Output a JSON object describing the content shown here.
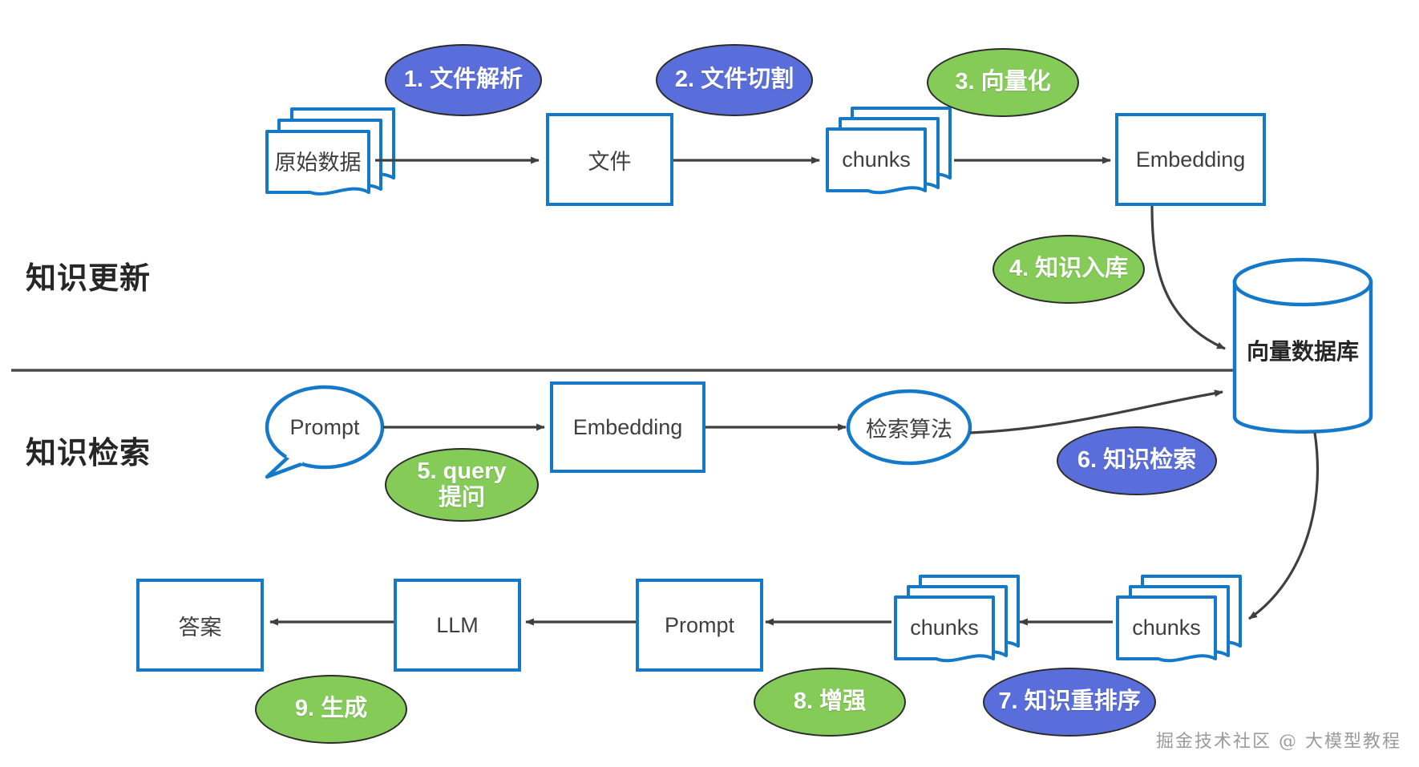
{
  "diagram": {
    "title_hidden": "",
    "sections": [
      {
        "id": "knowledge-update",
        "label": "知识更新"
      },
      {
        "id": "knowledge-retrieval",
        "label": "知识检索"
      }
    ],
    "nodes": [
      {
        "id": "raw-data",
        "label": "原始数据",
        "shape": "document-stack"
      },
      {
        "id": "file",
        "label": "文件",
        "shape": "rect"
      },
      {
        "id": "chunks-1",
        "label": "chunks",
        "shape": "document-stack"
      },
      {
        "id": "embedding-1",
        "label": "Embedding",
        "shape": "rect"
      },
      {
        "id": "vector-db",
        "label": "向量数据库",
        "shape": "cylinder"
      },
      {
        "id": "prompt-bubble",
        "label": "Prompt",
        "shape": "speech-bubble"
      },
      {
        "id": "embedding-2",
        "label": "Embedding",
        "shape": "rect"
      },
      {
        "id": "retrieval-algo",
        "label": "检索算法",
        "shape": "ellipse"
      },
      {
        "id": "chunks-2",
        "label": "chunks",
        "shape": "document-stack"
      },
      {
        "id": "chunks-3",
        "label": "chunks",
        "shape": "document-stack"
      },
      {
        "id": "prompt-box",
        "label": "Prompt",
        "shape": "rect"
      },
      {
        "id": "llm",
        "label": "LLM",
        "shape": "rect"
      },
      {
        "id": "answer",
        "label": "答案",
        "shape": "rect"
      }
    ],
    "badges": [
      {
        "id": "step-1",
        "label": "1. 文件解析",
        "color": "blue"
      },
      {
        "id": "step-2",
        "label": "2. 文件切割",
        "color": "blue"
      },
      {
        "id": "step-3",
        "label": "3. 向量化",
        "color": "green"
      },
      {
        "id": "step-4",
        "label": "4. 知识入库",
        "color": "green"
      },
      {
        "id": "step-5",
        "label": "5. query提问",
        "color": "green"
      },
      {
        "id": "step-6",
        "label": "6. 知识检索",
        "color": "blue"
      },
      {
        "id": "step-7",
        "label": "7. 知识重排序",
        "color": "blue"
      },
      {
        "id": "step-8",
        "label": "8. 增强",
        "color": "green"
      },
      {
        "id": "step-9",
        "label": "9. 生成",
        "color": "green"
      }
    ],
    "watermark": "掘金技术社区 @ 大模型教程",
    "colors": {
      "node_stroke": "#1479c9",
      "arrow": "#3f3f3f",
      "badge_blue": "#5a6edb",
      "badge_green": "#84cb58",
      "badge_stroke": "#2b2b2b",
      "divider": "#4a4a4a",
      "text": "#3f3f3f"
    }
  }
}
